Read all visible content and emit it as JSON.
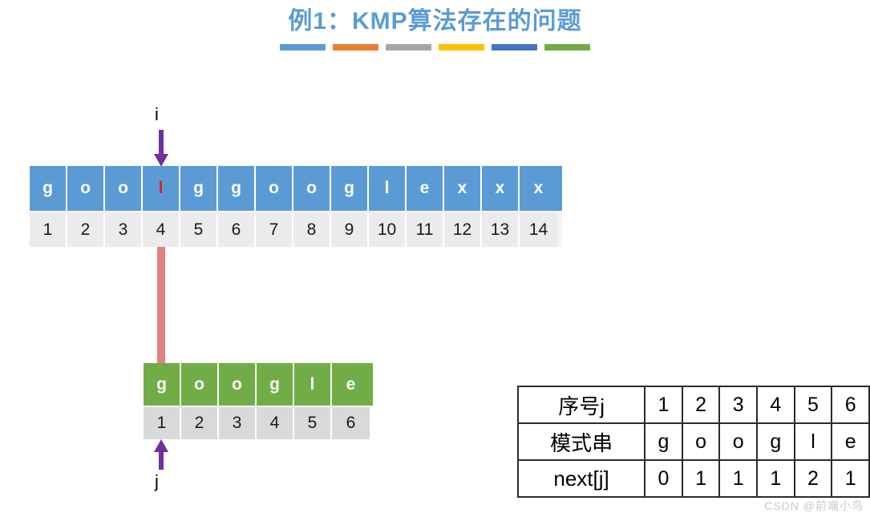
{
  "title": {
    "text": "例1：KMP算法存在的问题",
    "color": "#5b9bd5",
    "underline_colors": [
      "#5b9bd5",
      "#ed7d31",
      "#a5a5a5",
      "#ffc000",
      "#4472c4",
      "#70ad47"
    ]
  },
  "main_string": {
    "label": "main-text",
    "chars": [
      "g",
      "o",
      "o",
      "l",
      "g",
      "g",
      "o",
      "o",
      "g",
      "l",
      "e",
      "x",
      "x",
      "x"
    ],
    "indices": [
      "1",
      "2",
      "3",
      "4",
      "5",
      "6",
      "7",
      "8",
      "9",
      "10",
      "11",
      "12",
      "13",
      "14"
    ],
    "highlight_index": 4,
    "cell_color": "#5b9bd5",
    "index_cell_color": "#ebebeb",
    "highlight_color": "#e02020"
  },
  "pattern_string": {
    "label": "pattern-text",
    "chars": [
      "g",
      "o",
      "o",
      "g",
      "l",
      "e"
    ],
    "indices": [
      "1",
      "2",
      "3",
      "4",
      "5",
      "6"
    ],
    "cell_color": "#70ad47",
    "index_cell_color": "#d9d9d9"
  },
  "pointers": {
    "i_label": "i",
    "j_label": "j",
    "arrow_color": "#7030a0",
    "connector_color": "#e08080"
  },
  "next_table": {
    "rows": [
      {
        "head": "序号j",
        "values": [
          "1",
          "2",
          "3",
          "4",
          "5",
          "6"
        ]
      },
      {
        "head": "模式串",
        "values": [
          "g",
          "o",
          "o",
          "g",
          "l",
          "e"
        ]
      },
      {
        "head": "next[j]",
        "values": [
          "0",
          "1",
          "1",
          "1",
          "2",
          "1"
        ]
      }
    ]
  },
  "watermark": {
    "text": "CSDN @前端小鸟"
  }
}
